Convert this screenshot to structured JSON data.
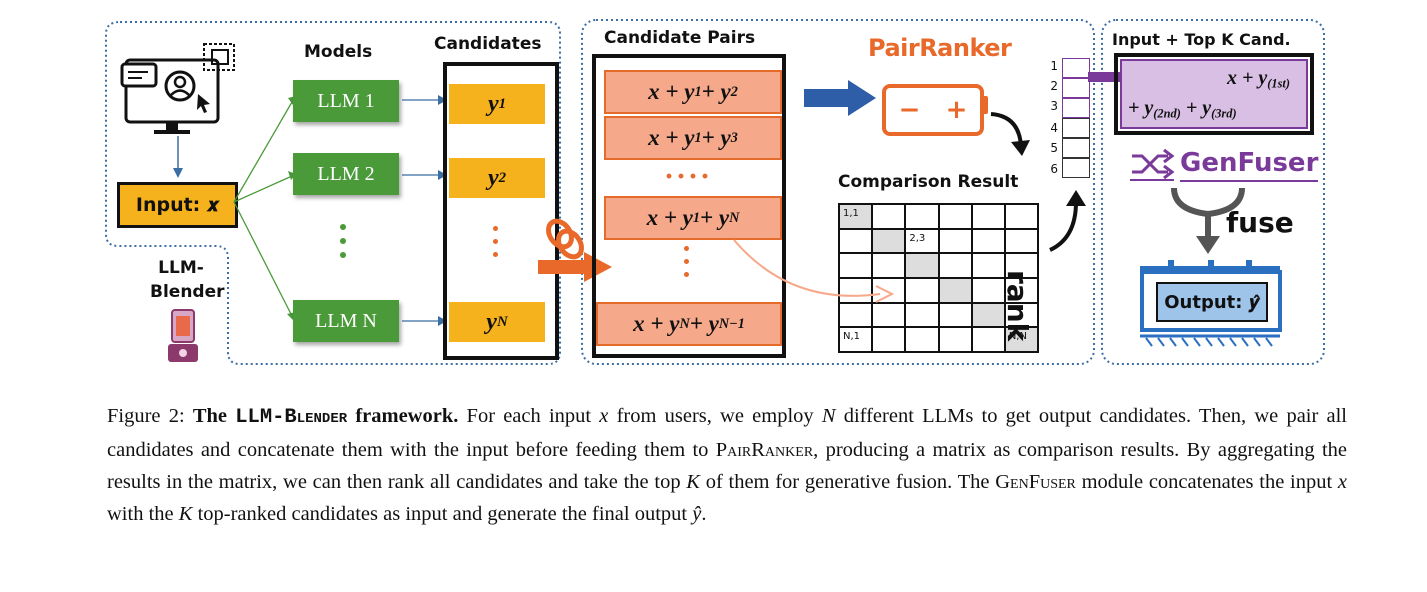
{
  "figure": {
    "left_panel": {
      "models_header": "Models",
      "candidates_header": "Candidates",
      "input_label": "Input: 𝒙",
      "llms": [
        "LLM 1",
        "LLM 2",
        "LLM N"
      ],
      "candidates": [
        {
          "base": "y",
          "sub": "1"
        },
        {
          "base": "y",
          "sub": "2"
        },
        {
          "base": "y",
          "sub": "N"
        }
      ],
      "blender_label_line1": "LLM-",
      "blender_label_line2": "Blender"
    },
    "middle_panel": {
      "pairs_header": "Candidate Pairs",
      "pairs": [
        {
          "text": "x + y",
          "s1": "1",
          "mid": " + y",
          "s2": "2"
        },
        {
          "text": "x + y",
          "s1": "1",
          "mid": " + y",
          "s2": "3"
        },
        {
          "text": "x + y",
          "s1": "1",
          "mid": " + y",
          "s2": "N"
        },
        {
          "text": "x + y",
          "s1": "N",
          "mid": " + y",
          "s2": "N−1"
        }
      ],
      "dots": "····",
      "pairranker_label": "PairRanker",
      "battery_minus": "−",
      "battery_plus": "+",
      "comparison_header": "Comparison Result",
      "matrix_labels": [
        "1,1",
        "2,3",
        "N,1",
        "N,N"
      ],
      "rank_label": "rank",
      "rank_numbers": [
        "1",
        "2",
        "3",
        "4",
        "5",
        "6"
      ]
    },
    "right_panel": {
      "header": "Input + Top K Cand.",
      "line1_a": "x + y",
      "line1_sub": "(1st)",
      "line2_a": "+ y",
      "line2_sub1": "(2nd)",
      "line2_b": " + y",
      "line2_sub2": "(3rd)",
      "genfuser_label": "GenFuser",
      "fuse_label": "fuse",
      "output_label": "Output: 𝒚̂"
    },
    "colors": {
      "panel_border": "#3a6ea5",
      "llm_green": "#4a9a3a",
      "candidate_orange": "#f6b21c",
      "pair_fill": "#f6a98a",
      "pairranker_orange": "#e8692a",
      "genfuser_purple": "#7a3a9a",
      "output_blue": "#9fc4ea"
    }
  },
  "caption": {
    "prefix": "Figure 2: ",
    "bold_the": "The ",
    "bold_name": "LLM-Blender",
    "bold_rest": " framework.",
    "text1": " For each input ",
    "var_x": "x",
    "text2": " from users, we employ ",
    "var_N": "N",
    "text3": " different LLMs to get output candidates. Then, we pair all candidates and concatenate them with the input before feeding them to ",
    "pairranker": "PairRanker",
    "text4": ", producing a matrix as comparison results. By aggregating the results in the matrix, we can then rank all candidates and take the top ",
    "var_K": "K",
    "text5": " of them for generative fusion. The ",
    "genfuser": "GenFuser",
    "text6": " module concatenates the input ",
    "var_x2": "x",
    "text7": " with the ",
    "var_K2": "K",
    "text8": " top-ranked candidates as input and generate the final output ",
    "var_yhat": "ŷ",
    "text9": "."
  }
}
